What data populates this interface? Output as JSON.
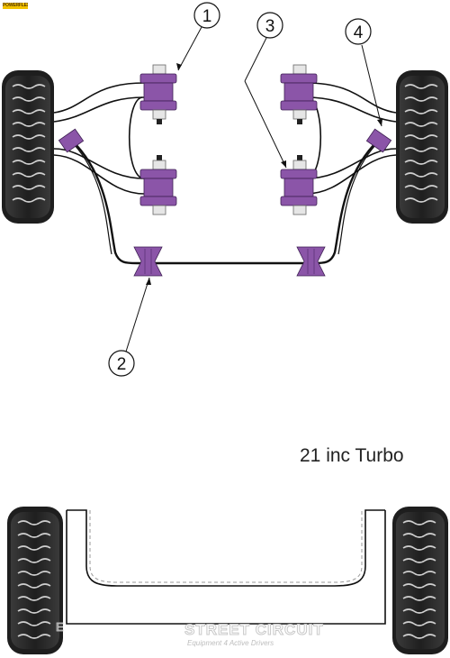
{
  "brand": {
    "tag_text": "POWERFLEX"
  },
  "callouts": [
    {
      "id": "1",
      "label": "1"
    },
    {
      "id": "2",
      "label": "2"
    },
    {
      "id": "3",
      "label": "3"
    },
    {
      "id": "4",
      "label": "4"
    }
  ],
  "caption": "21 inc Turbo",
  "watermark": {
    "left_text": "E",
    "main_text": "STREET CIRCUIT",
    "sub_text": "Equipment 4 Active Drivers"
  },
  "colors": {
    "bush_purple": "#8b55a8",
    "bush_light": "#b48ccd",
    "tyre": "#2a2a2a",
    "line": "#111111"
  }
}
